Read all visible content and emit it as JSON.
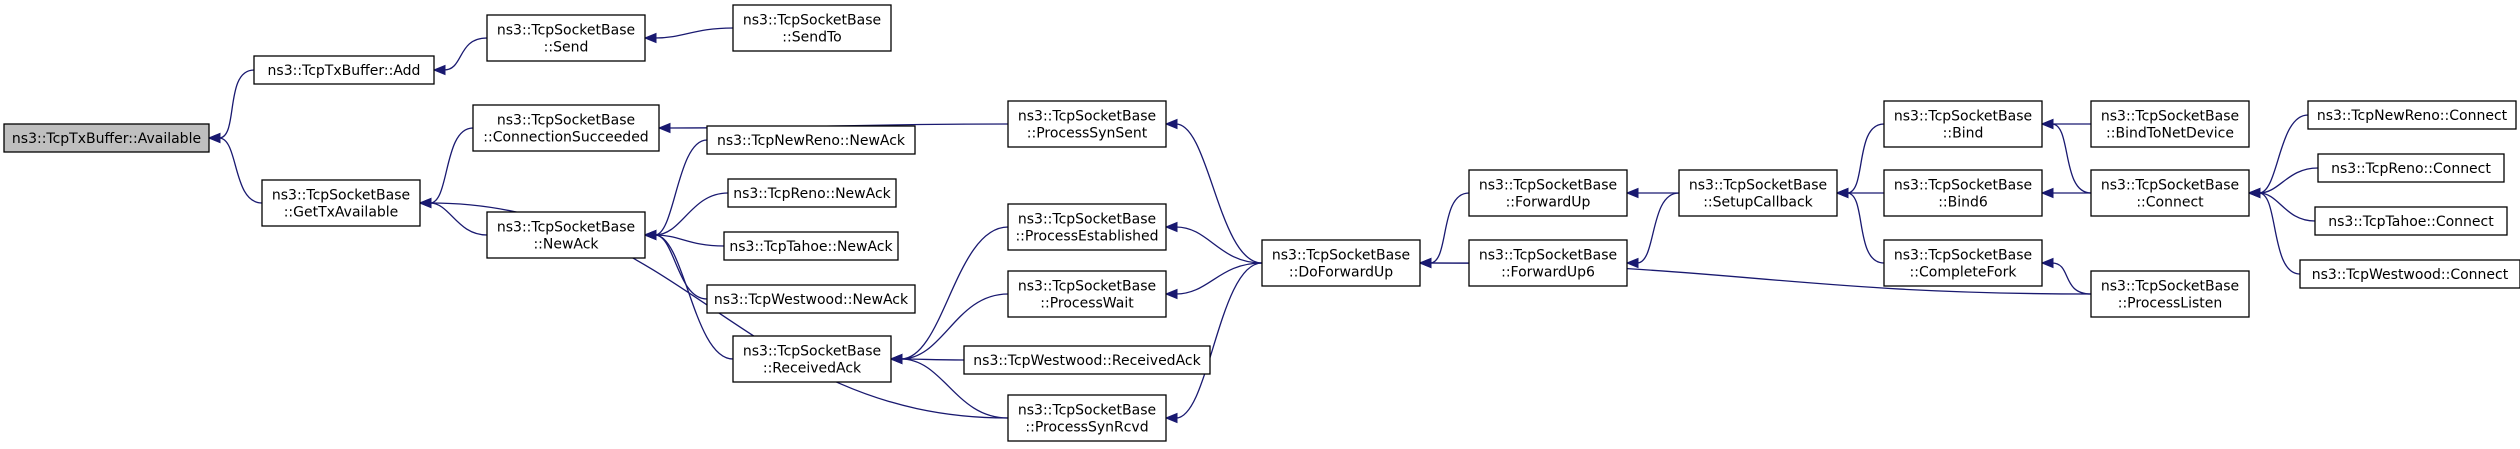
{
  "colors": {
    "edge": "#191970",
    "node_border": "#000000",
    "root_fill": "#bfbfbf",
    "node_fill": "#ffffff"
  },
  "nodes": {
    "n0": {
      "lines": [
        "ns3::TcpTxBuffer::Available"
      ]
    },
    "n1": {
      "lines": [
        "ns3::TcpTxBuffer::Add"
      ]
    },
    "n2": {
      "lines": [
        "ns3::TcpSocketBase",
        "::Send"
      ]
    },
    "n3": {
      "lines": [
        "ns3::TcpSocketBase",
        "::SendTo"
      ]
    },
    "n4": {
      "lines": [
        "ns3::TcpSocketBase",
        "::GetTxAvailable"
      ]
    },
    "n5": {
      "lines": [
        "ns3::TcpSocketBase",
        "::ConnectionSucceeded"
      ]
    },
    "n6": {
      "lines": [
        "ns3::TcpSocketBase",
        "::ProcessSynSent"
      ]
    },
    "n7": {
      "lines": [
        "ns3::TcpSocketBase",
        "::DoForwardUp"
      ]
    },
    "n8": {
      "lines": [
        "ns3::TcpSocketBase",
        "::ForwardUp"
      ]
    },
    "n9": {
      "lines": [
        "ns3::TcpSocketBase",
        "::SetupCallback"
      ]
    },
    "n10": {
      "lines": [
        "ns3::TcpSocketBase",
        "::Bind"
      ]
    },
    "n11": {
      "lines": [
        "ns3::TcpSocketBase",
        "::BindToNetDevice"
      ]
    },
    "n12": {
      "lines": [
        "ns3::TcpSocketBase",
        "::Connect"
      ]
    },
    "n13": {
      "lines": [
        "ns3::TcpNewReno::Connect"
      ]
    },
    "n14": {
      "lines": [
        "ns3::TcpReno::Connect"
      ]
    },
    "n15": {
      "lines": [
        "ns3::TcpTahoe::Connect"
      ]
    },
    "n16": {
      "lines": [
        "ns3::TcpWestwood::Connect"
      ]
    },
    "n17": {
      "lines": [
        "ns3::TcpSocketBase",
        "::Bind6"
      ]
    },
    "n18": {
      "lines": [
        "ns3::TcpSocketBase",
        "::CompleteFork"
      ]
    },
    "n19": {
      "lines": [
        "ns3::TcpSocketBase",
        "::ProcessListen"
      ]
    },
    "n20": {
      "lines": [
        "ns3::TcpSocketBase",
        "::ForwardUp6"
      ]
    },
    "n21": {
      "lines": [
        "ns3::TcpSocketBase",
        "::NewAck"
      ]
    },
    "n22": {
      "lines": [
        "ns3::TcpNewReno::NewAck"
      ]
    },
    "n23": {
      "lines": [
        "ns3::TcpReno::NewAck"
      ]
    },
    "n24": {
      "lines": [
        "ns3::TcpTahoe::NewAck"
      ]
    },
    "n25": {
      "lines": [
        "ns3::TcpWestwood::NewAck"
      ]
    },
    "n26": {
      "lines": [
        "ns3::TcpSocketBase",
        "::ReceivedAck"
      ]
    },
    "n27": {
      "lines": [
        "ns3::TcpSocketBase",
        "::ProcessEstablished"
      ]
    },
    "n28": {
      "lines": [
        "ns3::TcpSocketBase",
        "::ProcessWait"
      ]
    },
    "n29": {
      "lines": [
        "ns3::TcpWestwood::ReceivedAck"
      ]
    },
    "n30": {
      "lines": [
        "ns3::TcpSocketBase",
        "::ProcessSynRcvd"
      ]
    }
  },
  "edges": [
    [
      "n1",
      "n0"
    ],
    [
      "n4",
      "n0"
    ],
    [
      "n2",
      "n1"
    ],
    [
      "n3",
      "n2"
    ],
    [
      "n5",
      "n4"
    ],
    [
      "n21",
      "n4"
    ],
    [
      "n30",
      "n4"
    ],
    [
      "n6",
      "n5"
    ],
    [
      "n7",
      "n6"
    ],
    [
      "n8",
      "n7"
    ],
    [
      "n20",
      "n7"
    ],
    [
      "n19",
      "n7"
    ],
    [
      "n9",
      "n8"
    ],
    [
      "n9",
      "n20"
    ],
    [
      "n10",
      "n9"
    ],
    [
      "n17",
      "n9"
    ],
    [
      "n18",
      "n9"
    ],
    [
      "n11",
      "n10"
    ],
    [
      "n12",
      "n10"
    ],
    [
      "n12",
      "n17"
    ],
    [
      "n13",
      "n12"
    ],
    [
      "n14",
      "n12"
    ],
    [
      "n15",
      "n12"
    ],
    [
      "n16",
      "n12"
    ],
    [
      "n19",
      "n18"
    ],
    [
      "n22",
      "n21"
    ],
    [
      "n23",
      "n21"
    ],
    [
      "n24",
      "n21"
    ],
    [
      "n25",
      "n21"
    ],
    [
      "n26",
      "n21"
    ],
    [
      "n27",
      "n26"
    ],
    [
      "n28",
      "n26"
    ],
    [
      "n29",
      "n26"
    ],
    [
      "n30",
      "n26"
    ],
    [
      "n7",
      "n27"
    ],
    [
      "n7",
      "n28"
    ],
    [
      "n7",
      "n30"
    ]
  ]
}
